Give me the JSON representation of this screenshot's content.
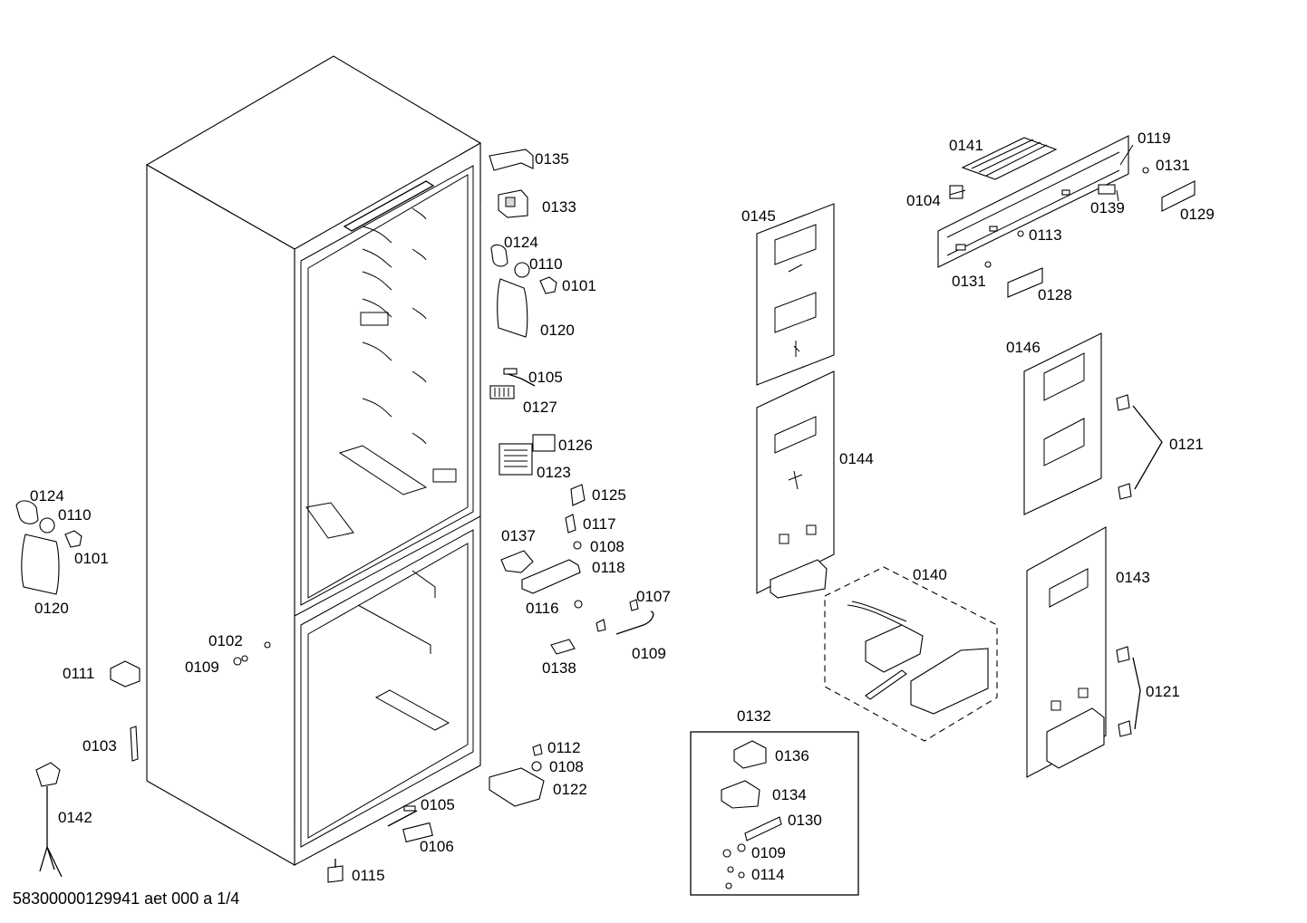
{
  "footer": {
    "document_id": "58300000129941 aet 000 a 1/4"
  },
  "callouts": [
    {
      "id": "c0135",
      "text": "0135"
    },
    {
      "id": "c0133",
      "text": "0133"
    },
    {
      "id": "c0124a",
      "text": "0124"
    },
    {
      "id": "c0110a",
      "text": "0110"
    },
    {
      "id": "c0101a",
      "text": "0101"
    },
    {
      "id": "c0120a",
      "text": "0120"
    },
    {
      "id": "c0105a",
      "text": "0105"
    },
    {
      "id": "c0127",
      "text": "0127"
    },
    {
      "id": "c0126",
      "text": "0126"
    },
    {
      "id": "c0123",
      "text": "0123"
    },
    {
      "id": "c0125",
      "text": "0125"
    },
    {
      "id": "c0117",
      "text": "0117"
    },
    {
      "id": "c0137",
      "text": "0137"
    },
    {
      "id": "c0108a",
      "text": "0108"
    },
    {
      "id": "c0118",
      "text": "0118"
    },
    {
      "id": "c0107",
      "text": "0107"
    },
    {
      "id": "c0116",
      "text": "0116"
    },
    {
      "id": "c0109a",
      "text": "0109"
    },
    {
      "id": "c0138",
      "text": "0138"
    },
    {
      "id": "c0112",
      "text": "0112"
    },
    {
      "id": "c0108b",
      "text": "0108"
    },
    {
      "id": "c0122",
      "text": "0122"
    },
    {
      "id": "c0105b",
      "text": "0105"
    },
    {
      "id": "c0106",
      "text": "0106"
    },
    {
      "id": "c0115",
      "text": "0115"
    },
    {
      "id": "c0124b",
      "text": "0124"
    },
    {
      "id": "c0110b",
      "text": "0110"
    },
    {
      "id": "c0101b",
      "text": "0101"
    },
    {
      "id": "c0120b",
      "text": "0120"
    },
    {
      "id": "c0111",
      "text": "0111"
    },
    {
      "id": "c0102",
      "text": "0102"
    },
    {
      "id": "c0109b",
      "text": "0109"
    },
    {
      "id": "c0103",
      "text": "0103"
    },
    {
      "id": "c0142",
      "text": "0142"
    },
    {
      "id": "c0141",
      "text": "0141"
    },
    {
      "id": "c0119",
      "text": "0119"
    },
    {
      "id": "c0131a",
      "text": "0131"
    },
    {
      "id": "c0104",
      "text": "0104"
    },
    {
      "id": "c0139",
      "text": "0139"
    },
    {
      "id": "c0129",
      "text": "0129"
    },
    {
      "id": "c0113",
      "text": "0113"
    },
    {
      "id": "c0131b",
      "text": "0131"
    },
    {
      "id": "c0128",
      "text": "0128"
    },
    {
      "id": "c0145",
      "text": "0145"
    },
    {
      "id": "c0146",
      "text": "0146"
    },
    {
      "id": "c0144",
      "text": "0144"
    },
    {
      "id": "c0121a",
      "text": "0121"
    },
    {
      "id": "c0140",
      "text": "0140"
    },
    {
      "id": "c0143",
      "text": "0143"
    },
    {
      "id": "c0121b",
      "text": "0121"
    },
    {
      "id": "c0132",
      "text": "0132"
    },
    {
      "id": "c0136",
      "text": "0136"
    },
    {
      "id": "c0134",
      "text": "0134"
    },
    {
      "id": "c0130",
      "text": "0130"
    },
    {
      "id": "c0109c",
      "text": "0109"
    },
    {
      "id": "c0114",
      "text": "0114"
    }
  ]
}
